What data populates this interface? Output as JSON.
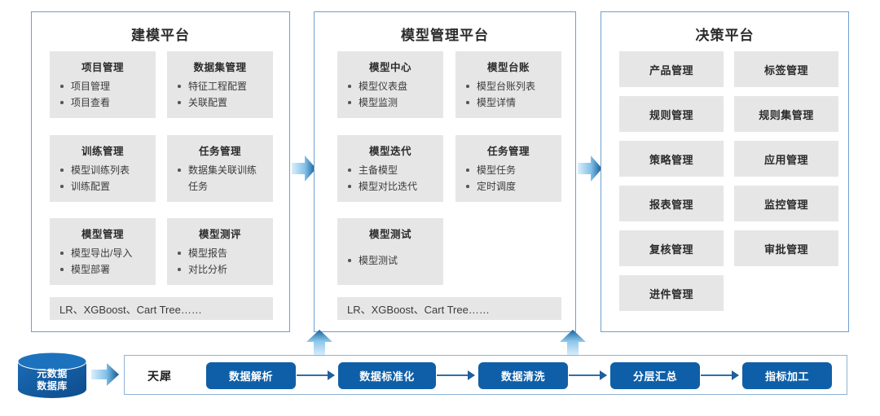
{
  "panels": [
    {
      "id": "modeling",
      "title": "建模平台",
      "cards": [
        {
          "title": "项目管理",
          "items": [
            "项目管理",
            "项目查看"
          ]
        },
        {
          "title": "数据集管理",
          "items": [
            "特征工程配置",
            "关联配置"
          ]
        },
        {
          "title": "训练管理",
          "items": [
            "模型训练列表",
            "训练配置"
          ]
        },
        {
          "title": "任务管理",
          "items": [
            "数据集关联训练",
            "任务"
          ]
        },
        {
          "title": "模型管理",
          "items": [
            "模型导出/导入",
            "模型部署"
          ]
        },
        {
          "title": "模型测评",
          "items": [
            "模型报告",
            "对比分析"
          ]
        }
      ],
      "algo_strip": "LR、XGBoost、Cart Tree……"
    },
    {
      "id": "model-mgmt",
      "title": "模型管理平台",
      "cards": [
        {
          "title": "模型中心",
          "items": [
            "模型仪表盘",
            "模型监测"
          ]
        },
        {
          "title": "模型台账",
          "items": [
            "模型台账列表",
            "模型详情"
          ]
        },
        {
          "title": "模型迭代",
          "items": [
            "主备模型",
            "模型对比迭代"
          ]
        },
        {
          "title": "任务管理",
          "items": [
            "模型任务",
            "定时调度"
          ]
        },
        {
          "title": "模型测试",
          "items": [
            "模型测试"
          ]
        }
      ],
      "algo_strip": "LR、XGBoost、Cart Tree……"
    },
    {
      "id": "decision",
      "title": "决策平台",
      "tiles": [
        "产品管理",
        "标签管理",
        "规则管理",
        "规则集管理",
        "策略管理",
        "应用管理",
        "报表管理",
        "监控管理",
        "复核管理",
        "审批管理",
        "进件管理"
      ]
    }
  ],
  "database": {
    "line1": "元数据",
    "line2": "数据库"
  },
  "pipeline": {
    "label": "天犀",
    "steps": [
      "数据解析",
      "数据标准化",
      "数据清洗",
      "分层汇总",
      "指标加工"
    ]
  },
  "colors": {
    "panel_border": "#6f9fcd",
    "card_bg": "#e6e6e6",
    "pipeline_step": "#0f5fa8",
    "arrow_dark": "#1a5fa0",
    "arrow_light": "#d9ecf8",
    "db_fill": "#10579b",
    "text": "#3b3b3b"
  }
}
